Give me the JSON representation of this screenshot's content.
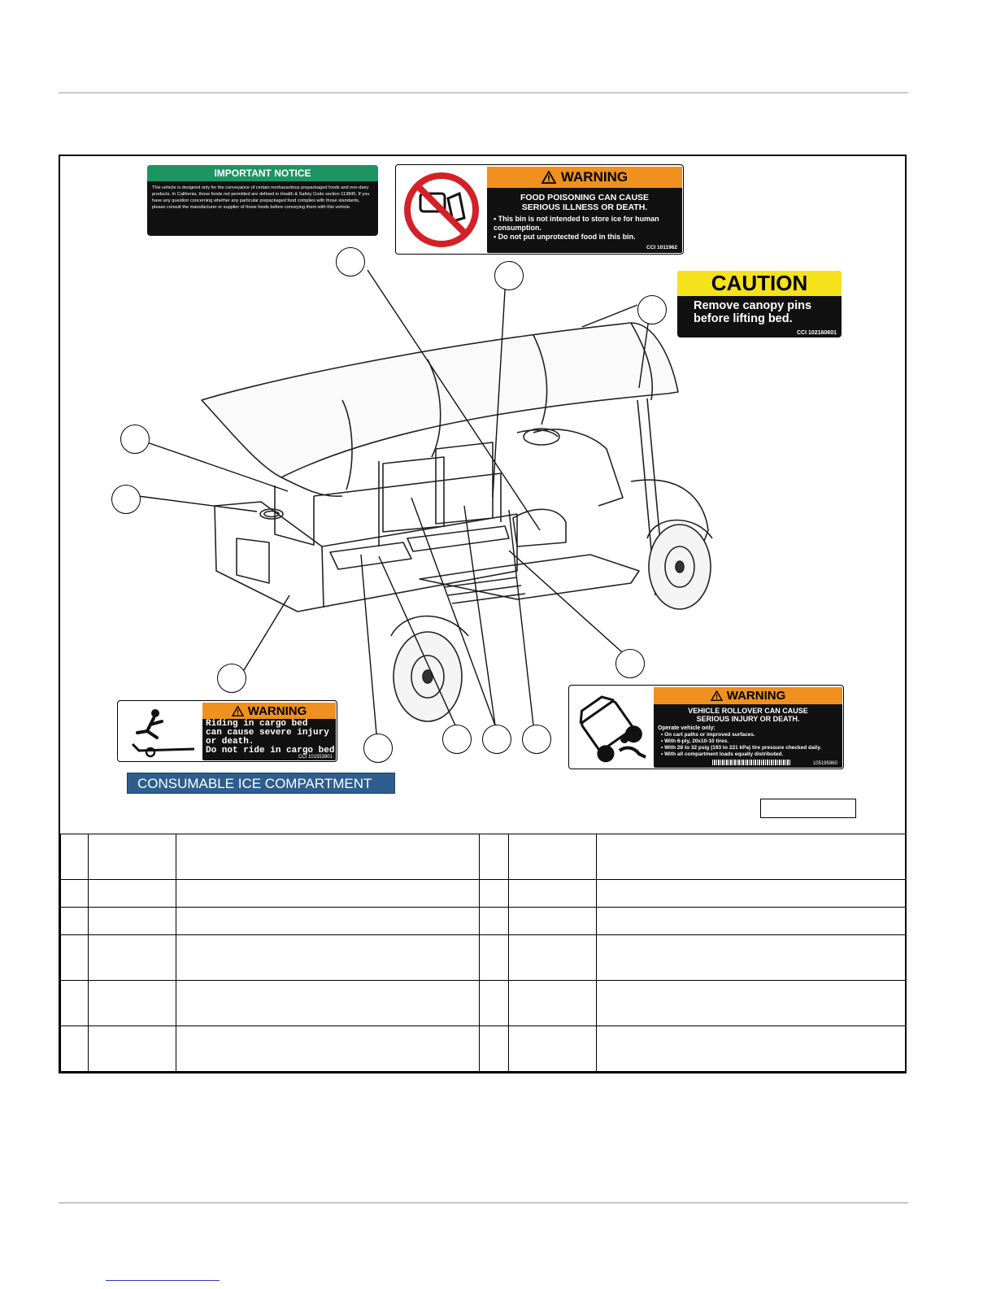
{
  "notice": {
    "title": "IMPORTANT NOTICE",
    "body": "This vehicle is designed only for the conveyance of certain nonhazardous prepackaged foods and non-dairy products. In California, those foods not permitted are defined in Health & Safety Code section 113845. If you have any question concerning whether any particular prepackaged food complies with those standards, please consult the manufacturer or supplier of those foods before conveying them with this vehicle."
  },
  "food_warning": {
    "title": "WARNING",
    "headline": "FOOD POISONING CAN CAUSE SERIOUS ILLNESS OR DEATH.",
    "bullets": [
      "This bin is not intended to store ice for human consumption.",
      "Do not put unprotected food in this bin."
    ],
    "code": "CCI 1011962"
  },
  "caution": {
    "title": "CAUTION",
    "line1": "Remove canopy pins",
    "line2": "before lifting bed.",
    "code": "CCI 102160601"
  },
  "cargo_warning": {
    "title": "WARNING",
    "lines": [
      "Riding in cargo bed",
      "can cause severe injury",
      "or death.",
      "Do not ride in cargo bed."
    ],
    "code": "CCI 101553901"
  },
  "ice_label": "CONSUMABLE ICE COMPARTMENT",
  "rollover_warning": {
    "title": "WARNING",
    "headline1": "VEHICLE ROLLOVER CAN CAUSE",
    "headline2": "SERIOUS INJURY OR DEATH.",
    "intro": "Operate vehicle only:",
    "bullets": [
      "On cart paths or improved surfaces.",
      "With 6-ply, 20x10-10 tires.",
      "With 28 to 32 psig (193 to 221 kPa) tire pressure checked daily.",
      "With all compartment loads equally distributed."
    ],
    "code": "105195960"
  },
  "colors": {
    "notice_green": "#1e9463",
    "warning_orange": "#f0901e",
    "caution_yellow": "#f5e21c",
    "ice_blue": "#2e5e8e",
    "prohibit_red": "#d42027"
  }
}
